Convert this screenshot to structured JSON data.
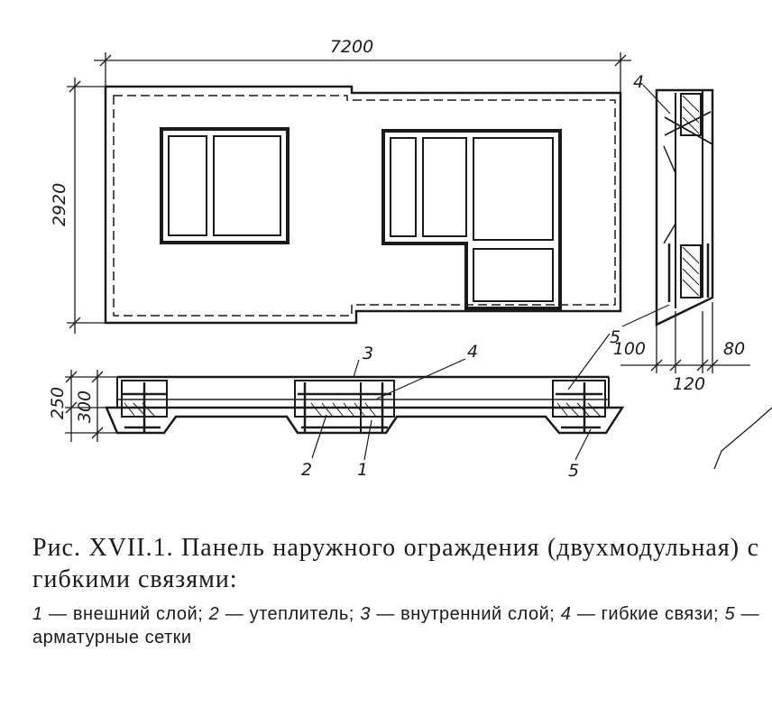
{
  "dimensions": {
    "panel_length": "7200",
    "panel_height": "2920",
    "section_250": "250",
    "section_300": "300",
    "side_100": "100",
    "side_120": "120",
    "side_80": "80"
  },
  "callouts": {
    "c1": "1",
    "c2": "2",
    "c3": "3",
    "c4_top": "4",
    "c4_section": "4",
    "c5_side": "5",
    "c5_section": "5"
  },
  "caption": {
    "title": "Рис. XVII.1. Панель наружного ограждения (двухмодульная) с гибкими связями:",
    "legend": [
      {
        "num": "1",
        "text": " — внешний слой; "
      },
      {
        "num": "2",
        "text": " — утеплитель; "
      },
      {
        "num": "3",
        "text": " — внутренний слой; "
      },
      {
        "num": "4",
        "text": " — гибкие связи; "
      },
      {
        "num": "5",
        "text": " — арматурные сетки"
      }
    ]
  }
}
